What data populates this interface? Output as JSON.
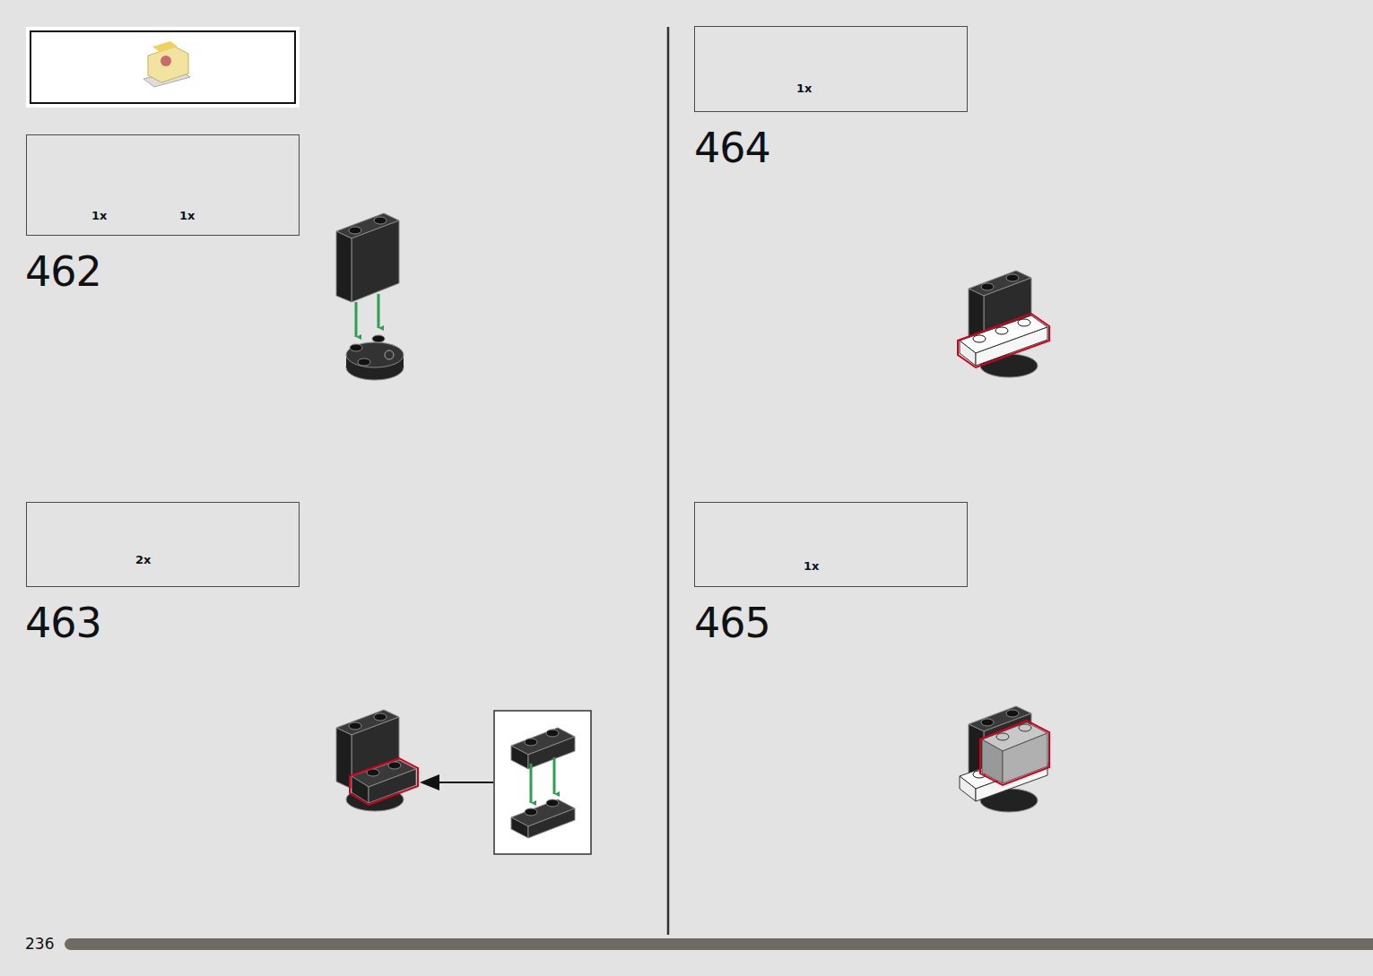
{
  "diagram": {
    "nodes": [
      {
        "text": [
          "1x",
          "1x"
        ]
      },
      {
        "text": [
          "2x"
        ]
      },
      {
        "text": [
          "1x"
        ]
      },
      {
        "text": [
          "1x"
        ]
      }
    ],
    "labels": [
      "462",
      "463",
      "464",
      "465",
      "236"
    ]
  }
}
